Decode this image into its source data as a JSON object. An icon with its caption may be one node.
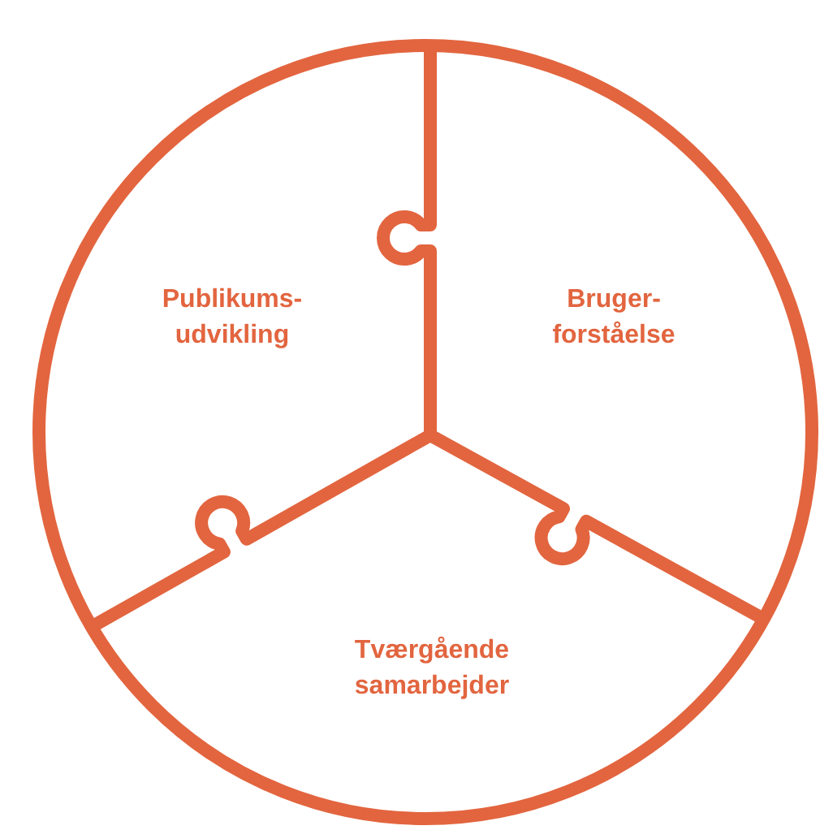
{
  "diagram": {
    "nodes": [
      {
        "text": [
          "Publikums- udvikling"
        ]
      },
      {
        "text": [
          "Bruger- forståelse"
        ]
      },
      {
        "text": [
          "Tværgående samarbejder"
        ]
      }
    ]
  }
}
